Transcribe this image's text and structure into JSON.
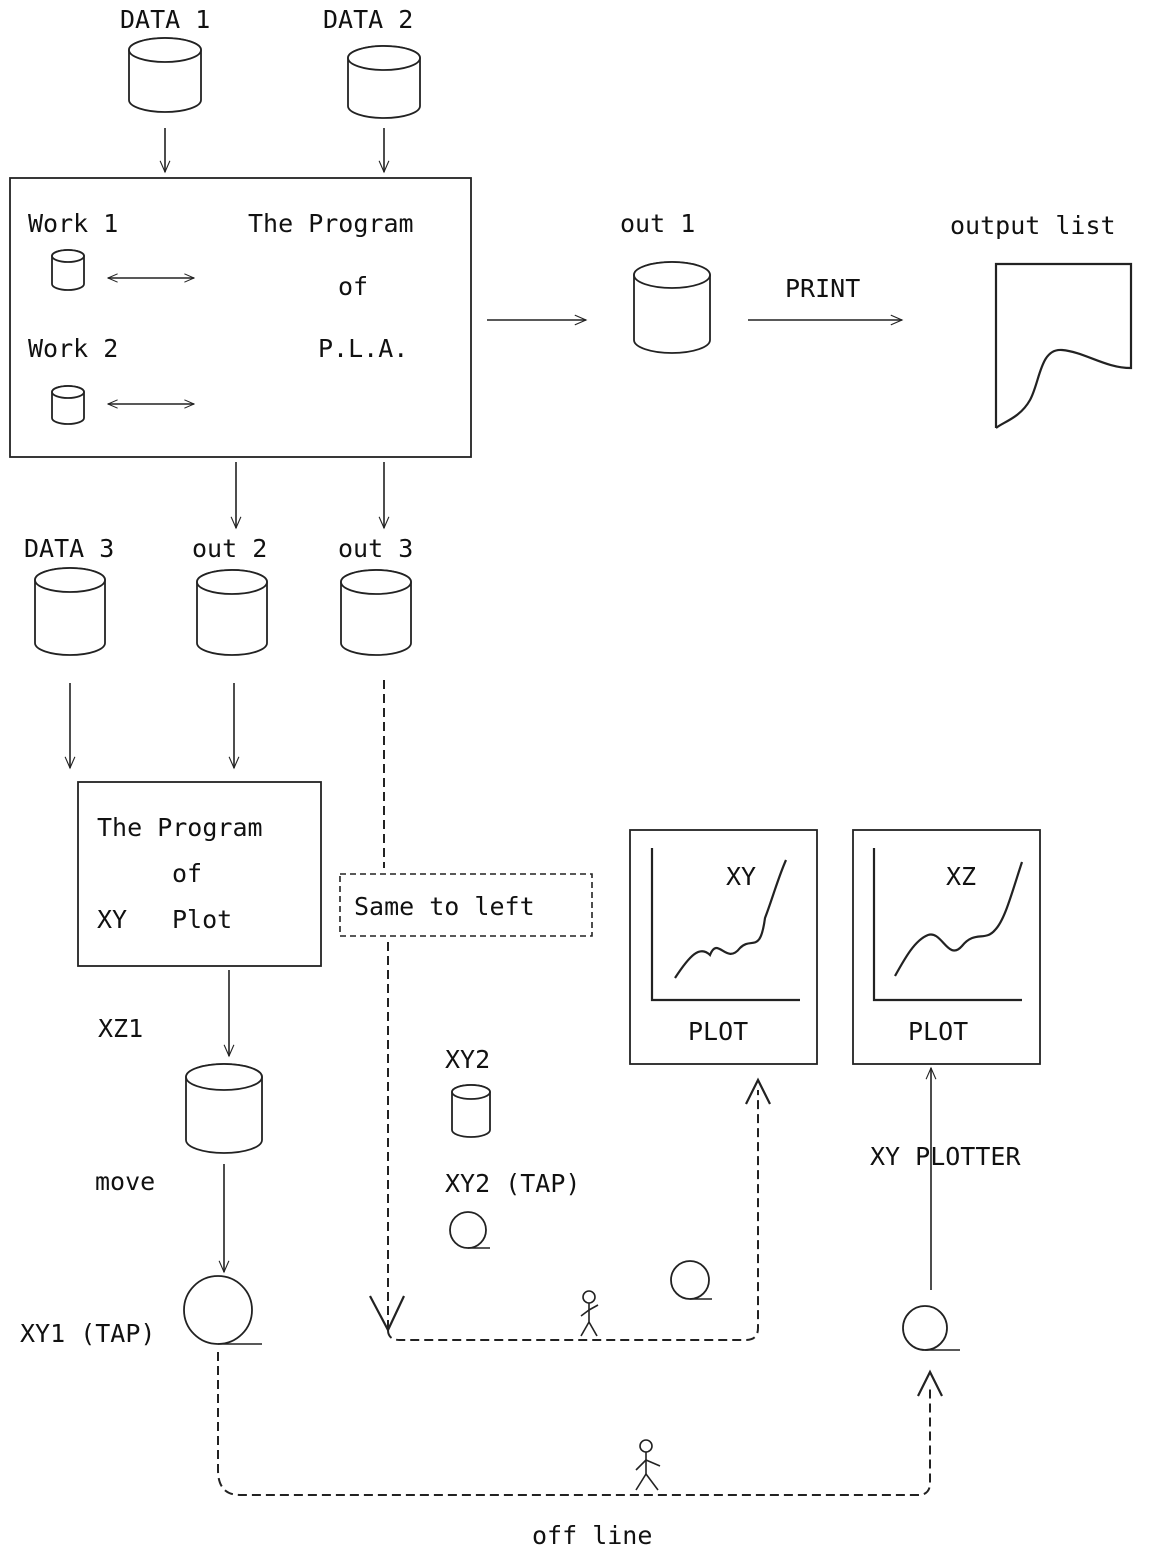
{
  "storage": {
    "data1": "DATA 1",
    "data2": "DATA 2",
    "data3": "DATA 3",
    "out1": "out 1",
    "out2": "out 2",
    "out3": "out 3",
    "work1": "Work 1",
    "work2": "Work 2",
    "xz1": "XZ1",
    "xy2": "XY2",
    "xy2_tape": "XY2 (TAP)",
    "xy1_tape": "XY1 (TAP)"
  },
  "pla_program": {
    "line1": "The Program",
    "line2": "of",
    "line3": "P.L.A."
  },
  "xy_program": {
    "line1": "The Program",
    "line2": "of",
    "line3a": "XY",
    "line3b": "Plot"
  },
  "output": {
    "list_label": "output list",
    "print_label": "PRINT"
  },
  "same_to_left": "Same to left",
  "plots": {
    "xy": {
      "curve_label": "XY",
      "caption": "PLOT"
    },
    "xz": {
      "curve_label": "XZ",
      "caption": "PLOT"
    }
  },
  "labels": {
    "move": "move",
    "xy_plotter": "XY PLOTTER",
    "off_line": "off line"
  }
}
